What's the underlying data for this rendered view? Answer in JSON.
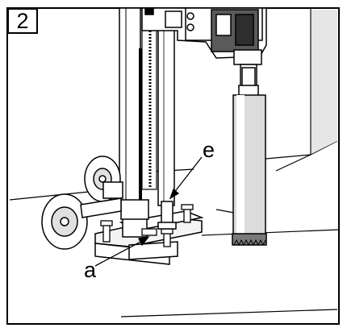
{
  "figure": {
    "step_number": "2",
    "callouts": {
      "e": "e",
      "a": "a"
    },
    "colors": {
      "ink": "#000000",
      "paper": "#ffffff",
      "shade": "#cfcfcf",
      "dark": "#5a5a5a"
    }
  }
}
